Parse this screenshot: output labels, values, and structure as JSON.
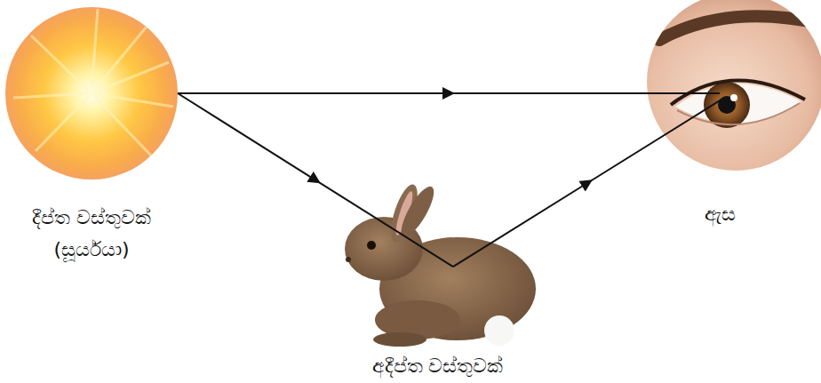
{
  "diagram": {
    "nodes": [
      {
        "text": [
          "දීප්ත වස්තුවක්",
          "(සූර්යයා)"
        ]
      },
      {
        "text": [
          "ඇස"
        ]
      },
      {
        "text": [
          "අදීප්ත වස්තුවක්"
        ]
      }
    ],
    "edges": [
      {
        "from": 0,
        "to": 1,
        "arrow": "to"
      },
      {
        "from": 0,
        "to": 2,
        "arrow": "to"
      },
      {
        "from": 2,
        "to": 1,
        "arrow": "to"
      }
    ]
  }
}
